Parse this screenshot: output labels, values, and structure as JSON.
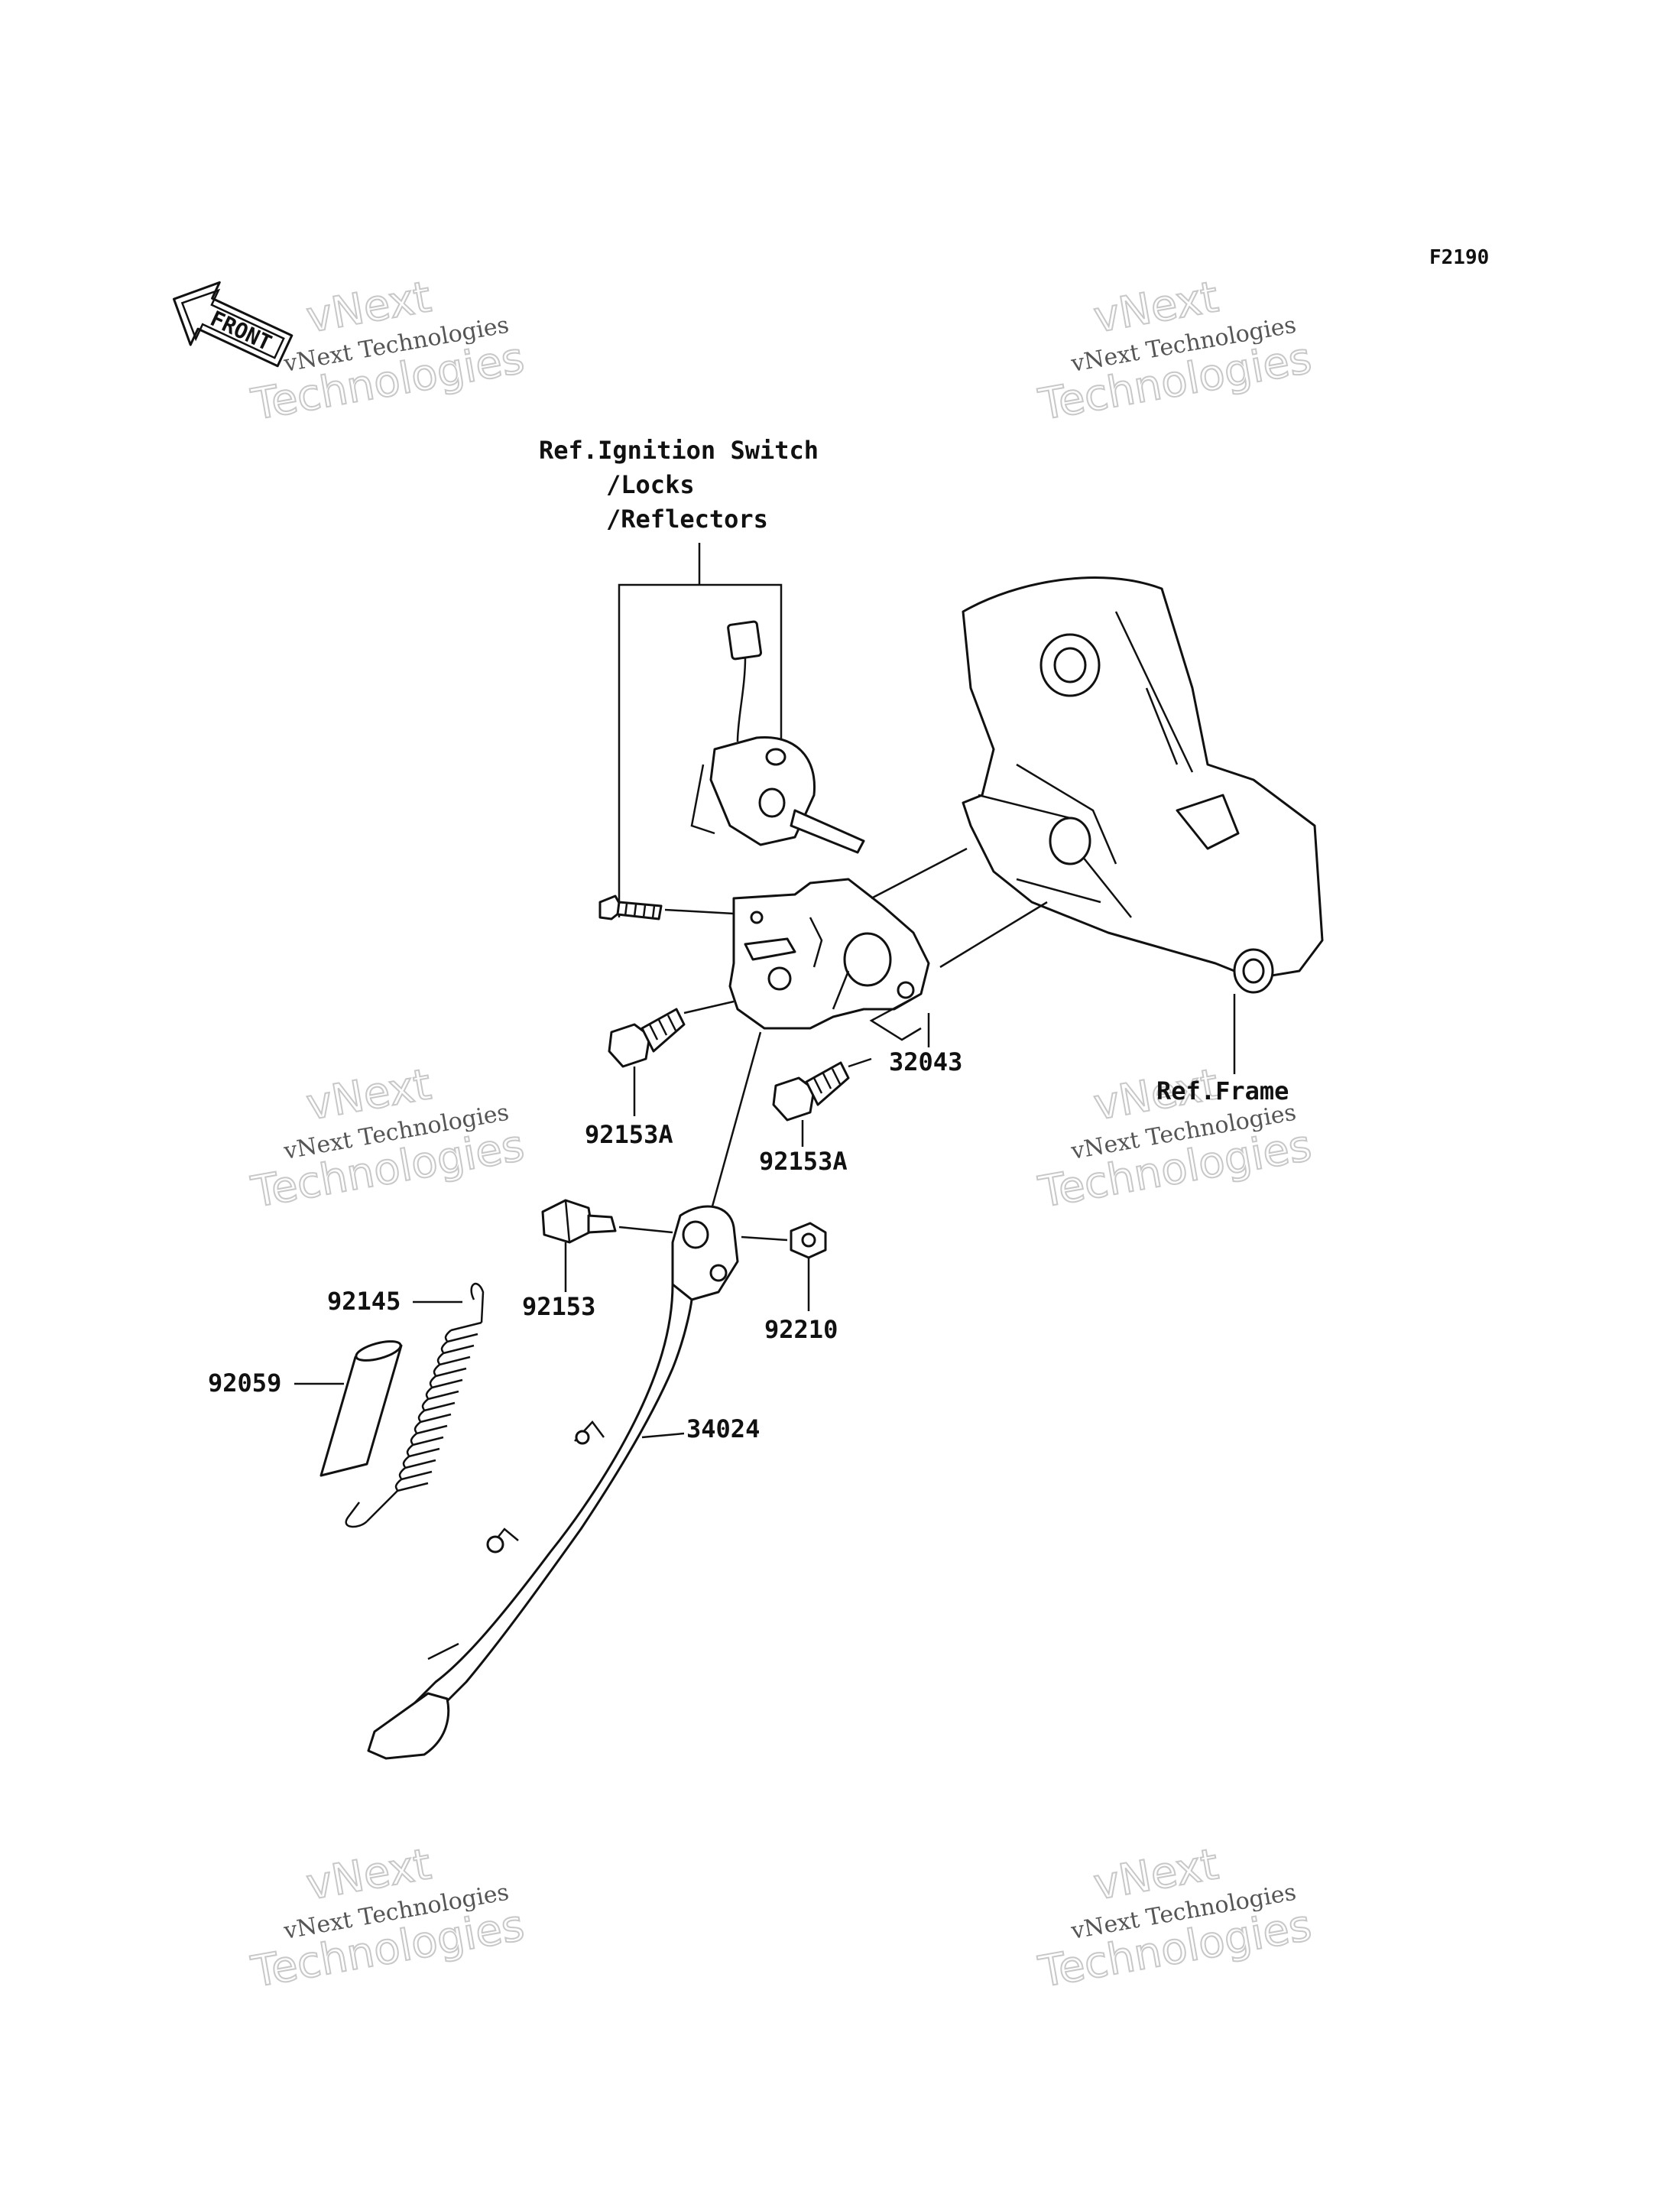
{
  "figure_code": "F2190",
  "front_arrow": {
    "label": "FRONT",
    "icon": "front-direction-arrow-icon"
  },
  "references": {
    "ignition": [
      "Ref.Ignition Switch",
      "/Locks",
      "/Reflectors"
    ],
    "frame": "Ref.Frame"
  },
  "parts": {
    "bracket": "32043",
    "bolt_upper_left": "92153A",
    "bolt_lower_right": "92153A",
    "pivot_bolt": "92153",
    "nut": "92210",
    "spring": "92145",
    "spring_cover": "92059",
    "side_stand": "34024"
  },
  "watermarks": [
    {
      "line1": "vNext",
      "line2": "vNext Technologies",
      "line3": "Technologies"
    },
    {
      "line1": "vNext",
      "line2": "vNext Technologies",
      "line3": "Technologies"
    },
    {
      "line1": "vNext",
      "line2": "vNext Technologies",
      "line3": "Technologies"
    },
    {
      "line1": "vNext",
      "line2": "vNext Technologies",
      "line3": "Technologies"
    },
    {
      "line1": "vNext",
      "line2": "vNext Technologies",
      "line3": "Technologies"
    },
    {
      "line1": "vNext",
      "line2": "vNext Technologies",
      "line3": "Technologies"
    }
  ]
}
